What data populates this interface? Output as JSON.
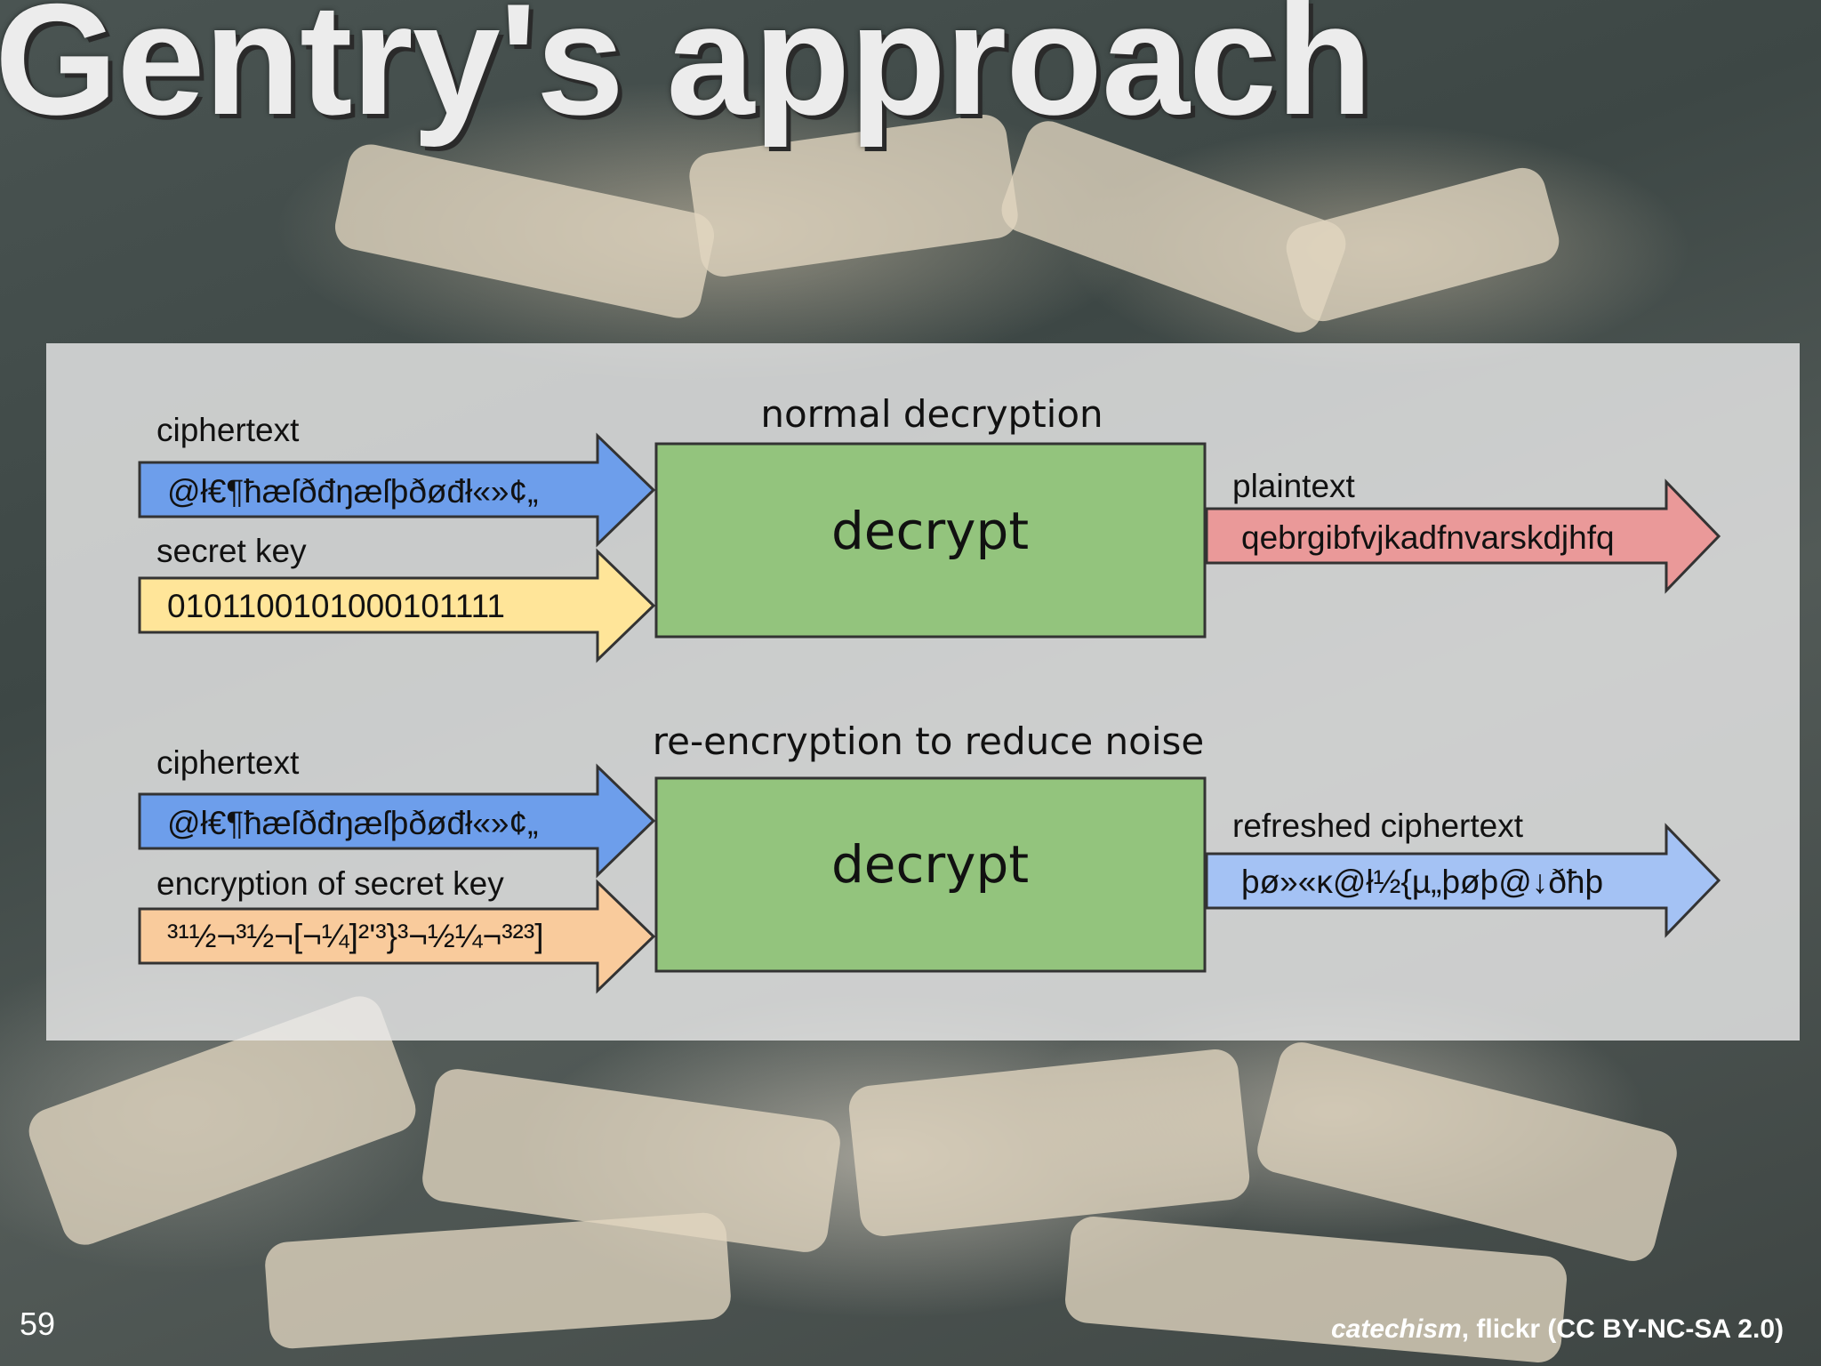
{
  "slide": {
    "title": "Gentry's approach",
    "number": "59",
    "credit_author": "catechism",
    "credit_rest": ", flickr (CC BY-NC-SA 2.0)"
  },
  "normal_section": {
    "title": "normal decryption",
    "input1_label": "ciphertext",
    "input1_value": "@ł€¶ħæſðđŋæſþðøđł«»¢„",
    "input2_label": "secret key",
    "input2_value": "0101100101000101111",
    "box_label": "decrypt",
    "output_label": "plaintext",
    "output_value": "qebrgibfvjkadfnvarskdjhfq"
  },
  "reenc_section": {
    "title": "re-encryption to reduce noise",
    "input1_label": "ciphertext",
    "input1_value": "@ł€¶ħæſðđŋæſþðøđł«»¢„",
    "input2_label": "encryption of secret key",
    "input2_value": "³¹½¬³½¬[¬¼]²'³}³¬½¼¬³²³]",
    "box_label": "decrypt",
    "output_label": "refreshed ciphertext",
    "output_value": "þø»«ĸ@ł½{µ„þøþ@↓ðħþ"
  },
  "colors": {
    "ciphertext_arrow": "#6d9eeb",
    "secret_key_arrow": "#ffe599",
    "encrypted_key_arrow": "#f9cb9c",
    "plaintext_arrow": "#ea9999",
    "refreshed_arrow": "#a4c2f4",
    "decrypt_box": "#93c47d",
    "outline": "#333333"
  }
}
